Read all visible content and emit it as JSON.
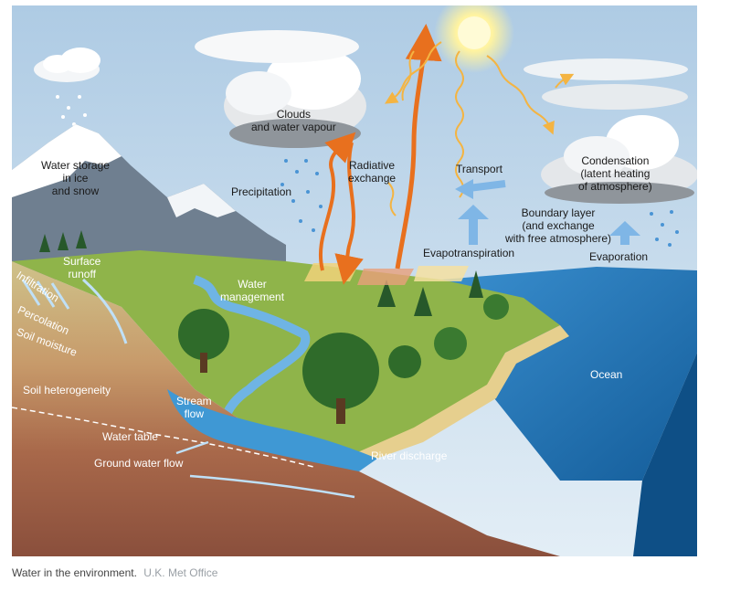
{
  "labels": {
    "water_storage": [
      "Water storage",
      "in ice",
      "and snow"
    ],
    "clouds": [
      "Clouds",
      "and water vapour"
    ],
    "radiative": [
      "Radiative",
      "exchange"
    ],
    "transport": "Transport",
    "condensation": [
      "Condensation",
      "(latent heating",
      "of atmosphere)"
    ],
    "precipitation": "Precipitation",
    "boundary": [
      "Boundary layer",
      "(and exchange",
      "with free atmosphere)"
    ],
    "evapotranspiration": "Evapotranspiration",
    "evaporation": "Evaporation",
    "surface_runoff": [
      "Surface",
      "runoff"
    ],
    "infiltration": "Infiltration",
    "percolation": "Percolation",
    "soil_moisture": "Soil moisture",
    "water_management": [
      "Water",
      "management"
    ],
    "soil_heterogeneity": "Soil heterogeneity",
    "stream_flow": [
      "Stream",
      "flow"
    ],
    "water_table": "Water table",
    "ground_water_flow": "Ground water flow",
    "river_discharge": "River discharge",
    "ocean": "Ocean"
  },
  "caption": {
    "text": "Water in the environment.",
    "credit": "U.K. Met Office"
  },
  "colors": {
    "sky": "#c9dced",
    "ocean": "#1e73b5",
    "land": "#8fb44a",
    "arrow_orange": "#e8701e",
    "arrow_blue": "#7fb6e6",
    "sun": "#fff3a0"
  }
}
